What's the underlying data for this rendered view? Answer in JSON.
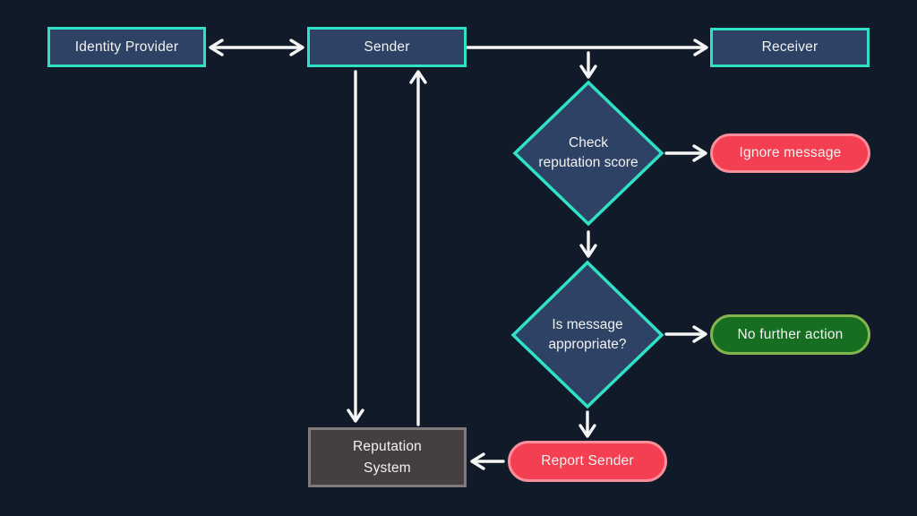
{
  "diagram": {
    "kind": "flowchart",
    "nodes": {
      "identity_provider": {
        "label": "Identity Provider",
        "shape": "rectangle"
      },
      "sender": {
        "label": "Sender",
        "shape": "rectangle"
      },
      "receiver": {
        "label": "Receiver",
        "shape": "rectangle"
      },
      "check_reputation_score": {
        "label": "Check reputation score",
        "shape": "diamond"
      },
      "ignore_message": {
        "label": "Ignore message",
        "shape": "pill",
        "status_color": "red"
      },
      "is_message_appropriate": {
        "label": "Is message appropriate?",
        "shape": "diamond"
      },
      "no_further_action": {
        "label": "No further action",
        "shape": "pill",
        "status_color": "green"
      },
      "report_sender": {
        "label": "Report Sender",
        "shape": "pill",
        "status_color": "red"
      },
      "reputation_system": {
        "label": "Reputation System",
        "shape": "rectangle",
        "status_color": "gray"
      }
    },
    "edges": [
      {
        "from": "identity_provider",
        "to": "sender",
        "bidirectional": true
      },
      {
        "from": "sender",
        "to": "receiver"
      },
      {
        "from": "sender_receiver_link",
        "to": "check_reputation_score"
      },
      {
        "from": "check_reputation_score",
        "to": "ignore_message"
      },
      {
        "from": "check_reputation_score",
        "to": "is_message_appropriate"
      },
      {
        "from": "is_message_appropriate",
        "to": "no_further_action"
      },
      {
        "from": "is_message_appropriate",
        "to": "report_sender"
      },
      {
        "from": "report_sender",
        "to": "reputation_system"
      },
      {
        "from": "sender",
        "to": "reputation_system"
      },
      {
        "from": "reputation_system",
        "to": "sender"
      }
    ]
  },
  "colors": {
    "bg": "#111a29",
    "node_fill": "#2d4265",
    "node_border": "#2fe2c6",
    "red_fill": "#f43e52",
    "red_border": "#f8909b",
    "green_fill": "#166e21",
    "green_border": "#84b44e",
    "gray_fill": "#453f41",
    "gray_border": "#7f7a7c",
    "arrow": "#f5f5f5",
    "text": "#f2f2f2"
  }
}
